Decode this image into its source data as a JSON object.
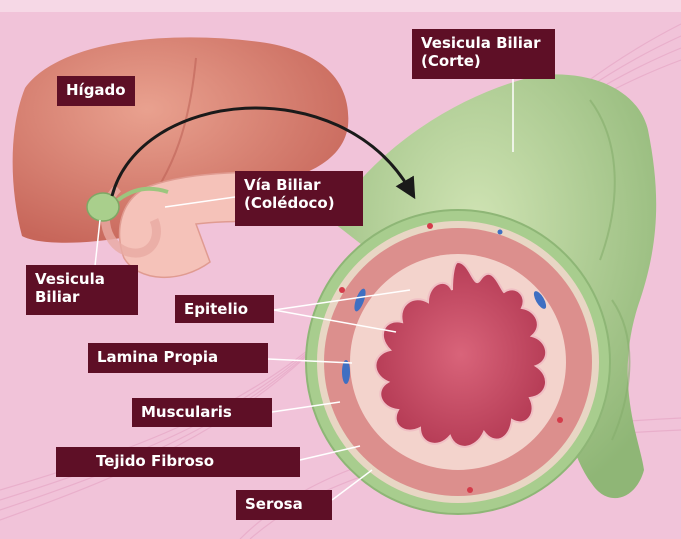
{
  "labels": {
    "higado": "Hígado",
    "vesicula_corte": "Vesicula Biliar\n(Corte)",
    "via_biliar": "Vía Biliar\n(Colédoco)",
    "vesicula": "Vesicula\nBiliar",
    "epitelio": "Epitelio",
    "lamina_propia": "Lamina Propia",
    "muscularis": "Muscularis",
    "tejido_fibroso": "Tejido Fibroso",
    "serosa": "Serosa"
  },
  "colors": {
    "background": "#f1c3d9",
    "label_bg": "#5e0f26",
    "label_text": "#ffffff",
    "liver": "#d98273",
    "gallbladder": "#a5c98a",
    "mucosa": "#c2455e",
    "muscle": "#dc8f8d"
  }
}
